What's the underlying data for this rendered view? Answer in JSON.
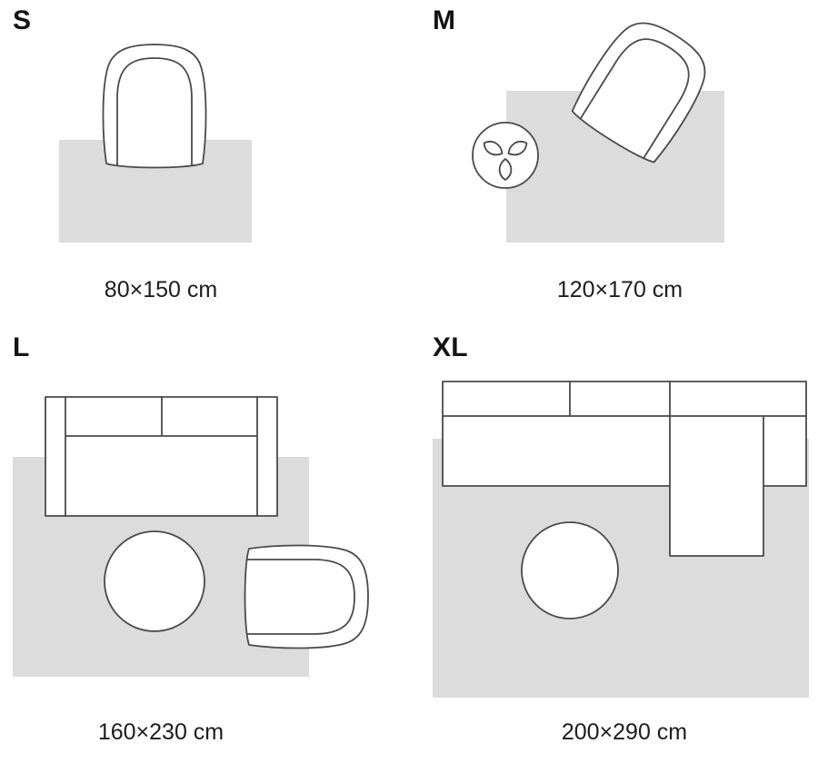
{
  "page": {
    "background": "#ffffff"
  },
  "colors": {
    "rug": "#dcdcdc",
    "outline": "#4a4a4a",
    "furniture_fill": "#ffffff",
    "text": "#161616"
  },
  "panels": [
    {
      "label": "S",
      "size": "80×150 cm",
      "furniture": [
        "armchair"
      ]
    },
    {
      "label": "M",
      "size": "120×170 cm",
      "furniture": [
        "armchair",
        "plant"
      ]
    },
    {
      "label": "L",
      "size": "160×230 cm",
      "furniture": [
        "sofa",
        "coffee-table",
        "armchair"
      ]
    },
    {
      "label": "XL",
      "size": "200×290 cm",
      "furniture": [
        "corner-sofa",
        "coffee-table"
      ]
    }
  ]
}
